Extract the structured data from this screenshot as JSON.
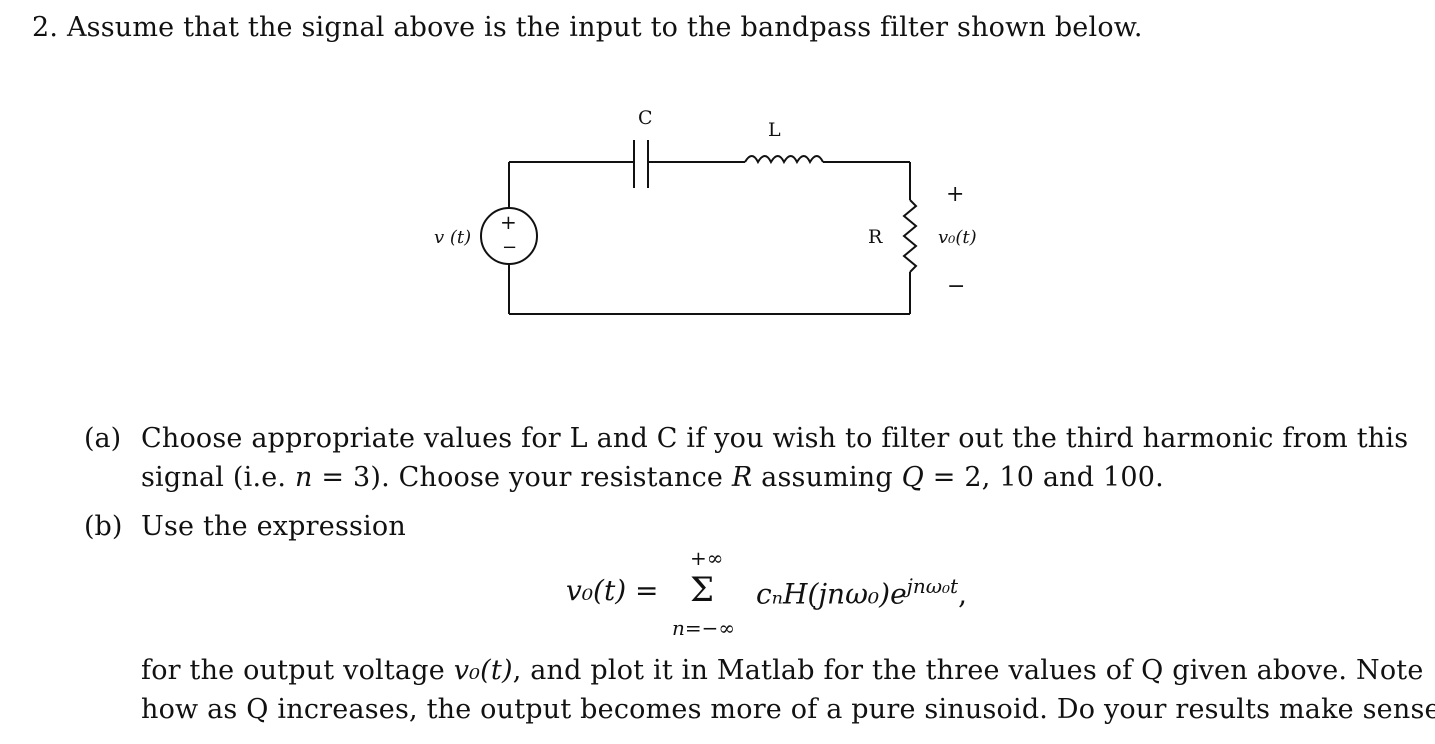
{
  "question": {
    "number": "2.",
    "text": "Assume that the signal above is the input to the bandpass filter shown below."
  },
  "circuit": {
    "capacitor_label": "C",
    "inductor_label": "L",
    "resistor_label": "R",
    "source_label": "v (t)",
    "source_plus": "+",
    "source_minus": "−",
    "output_plus": "+",
    "output_label": "v₀(t)",
    "output_minus": "−"
  },
  "part_a": {
    "label": "(a)",
    "line1": "Choose appropriate values for L and C if you wish to filter out the third harmonic from this",
    "line2_pre": "signal (i.e. ",
    "line2_n": "n",
    "line2_mid": " = 3). Choose your resistance ",
    "line2_R": "R",
    "line2_mid2": " assuming ",
    "line2_Q": "Q",
    "line2_post": " = 2, 10 and 100."
  },
  "part_b": {
    "label": "(b)",
    "line1": "Use the expression",
    "eq_lhs": "v₀(t) =",
    "eq_sum": "Σ",
    "eq_upper": "+∞",
    "eq_lower": "n=−∞",
    "eq_term": "cₙH(jnω₀)e",
    "eq_exp": "jnω₀t",
    "eq_comma": ",",
    "line2_pre": "for the output voltage ",
    "line2_v": "v₀(t)",
    "line2_post": ", and plot it in Matlab for the three values of Q given above. Note",
    "line3": "how as Q increases, the output becomes more of a pure sinusoid. Do your results make sense?"
  }
}
